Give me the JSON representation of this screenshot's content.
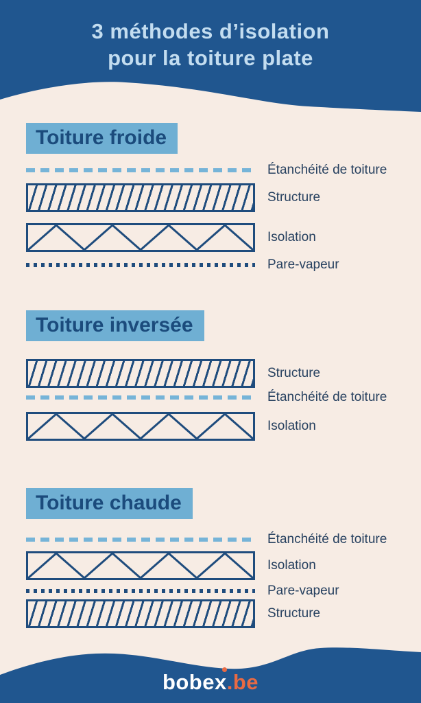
{
  "header": {
    "title_line1": "3 méthodes d’isolation",
    "title_line2": "pour la toiture plate"
  },
  "sections": [
    {
      "title": "Toiture froide",
      "layers": [
        {
          "type": "dashed-line",
          "label": "Étanchéité de toiture"
        },
        {
          "type": "hatched-rect",
          "label": "Structure"
        },
        {
          "type": "truss-rect",
          "label": "Isolation"
        },
        {
          "type": "dotted-line",
          "label": "Pare-vapeur"
        }
      ]
    },
    {
      "title": "Toiture inversée",
      "layers": [
        {
          "type": "hatched-rect",
          "label": "Structure"
        },
        {
          "type": "dashed-line",
          "label": "Étanchéité de toiture"
        },
        {
          "type": "truss-rect",
          "label": "Isolation"
        }
      ]
    },
    {
      "title": "Toiture chaude",
      "layers": [
        {
          "type": "dashed-line",
          "label": "Étanchéité de toiture"
        },
        {
          "type": "truss-rect",
          "label": "Isolation"
        },
        {
          "type": "dotted-line",
          "label": "Pare-vapeur"
        },
        {
          "type": "hatched-rect",
          "label": "Structure"
        }
      ]
    }
  ],
  "footer": {
    "logo_prefix": "bobe",
    "logo_x": "x",
    "logo_suffix": ".be"
  },
  "colors": {
    "header_blue": "#20568F",
    "background_cream": "#F7ECE4",
    "highlight_blue": "#6FAFD3",
    "dashed_light_blue": "#76B4D8",
    "diagram_navy": "#1F4C7D",
    "label_navy": "#26405F",
    "title_light_blue": "#C3DDF0",
    "logo_orange": "#E96A43"
  }
}
